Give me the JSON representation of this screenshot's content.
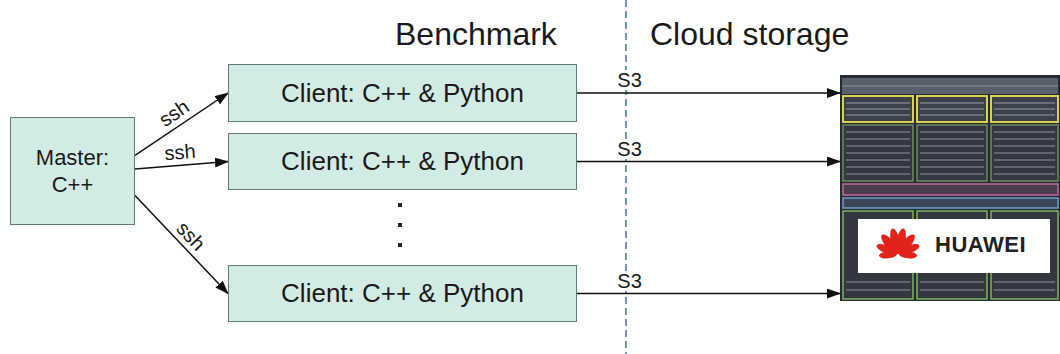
{
  "diagram": {
    "nodes": [
      {
        "text": [
          "Master: C++"
        ]
      },
      {
        "text": [
          "Client: C++ & Python"
        ]
      },
      {
        "text": [
          "Client: C++ & Python"
        ]
      },
      {
        "text": [
          "Client: C++ & Python"
        ]
      },
      {
        "text": [
          "HUAWEI"
        ]
      }
    ],
    "edges": [
      {
        "from": 0,
        "to": 1,
        "arrow": "to",
        "label": "ssh"
      },
      {
        "from": 0,
        "to": 2,
        "arrow": "to",
        "label": "ssh"
      },
      {
        "from": 0,
        "to": 3,
        "arrow": "to",
        "label": "ssh"
      },
      {
        "from": 1,
        "to": 4,
        "arrow": "to",
        "label": "S3"
      },
      {
        "from": 2,
        "to": 4,
        "arrow": "to",
        "label": "S3"
      },
      {
        "from": 3,
        "to": 4,
        "arrow": "to",
        "label": "S3"
      }
    ],
    "labels": [
      "Benchmark",
      "Cloud storage"
    ]
  }
}
